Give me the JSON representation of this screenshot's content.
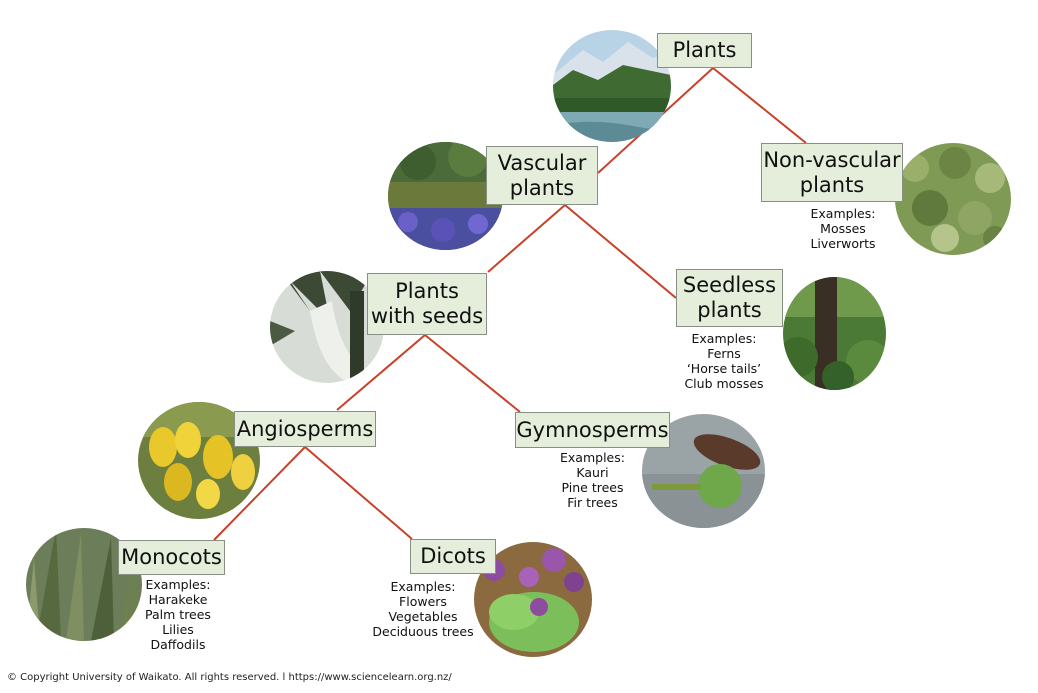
{
  "nodes": {
    "plants": {
      "lines": [
        "Plants"
      ]
    },
    "vascular": {
      "lines": [
        "Vascular",
        "plants"
      ]
    },
    "nonvascular": {
      "lines": [
        "Non-vascular",
        "plants"
      ],
      "examples": [
        "Examples:",
        "Mosses",
        "Liverworts"
      ]
    },
    "seeds": {
      "lines": [
        "Plants",
        "with seeds"
      ]
    },
    "seedless": {
      "lines": [
        "Seedless",
        "plants"
      ],
      "examples": [
        "Examples:",
        "Ferns",
        "‘Horse tails’",
        "Club mosses"
      ]
    },
    "angio": {
      "lines": [
        "Angiosperms"
      ]
    },
    "gymno": {
      "lines": [
        "Gymnosperms"
      ],
      "examples": [
        "Examples:",
        "Kauri",
        "Pine trees",
        "Fir trees"
      ]
    },
    "mono": {
      "lines": [
        "Monocots"
      ],
      "examples": [
        "Examples:",
        "Harakeke",
        "Palm trees",
        "Lilies",
        "Daffodils"
      ]
    },
    "dicots": {
      "lines": [
        "Dicots"
      ],
      "examples": [
        "Examples:",
        "Flowers",
        "Vegetables",
        "Deciduous trees"
      ]
    }
  },
  "photos": {
    "plants": "mountain-river-landscape",
    "vascular": "flowering-garden",
    "nonvascular": "moss-texture",
    "seeds": "palm-trunk",
    "seedless": "tree-fern-forest",
    "angio": "yellow-bell-flowers",
    "gymno": "pine-cones",
    "mono": "harakeke-flax",
    "dicots": "purple-daisy-leaves"
  },
  "colors": {
    "connector": "#c8412a",
    "label_fill": "#e4eedb",
    "label_border": "#8a8f86"
  },
  "copyright": "© Copyright University of Waikato. All rights reserved. l https://www.sciencelearn.org.nz/"
}
